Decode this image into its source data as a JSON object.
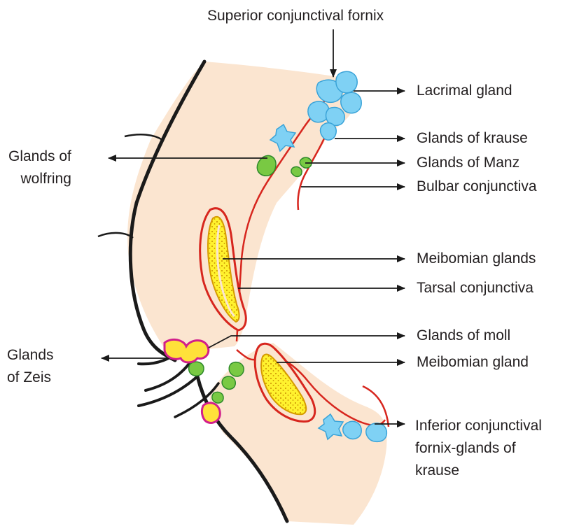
{
  "labels": {
    "superior_fornix": "Superior conjunctival fornix",
    "lacrimal_gland": "Lacrimal gland",
    "glands_krause": "Glands of krause",
    "glands_manz": "Glands of Manz",
    "bulbar_conjunctiva": "Bulbar conjunctiva",
    "meibomian_glands": "Meibomian glands",
    "tarsal_conjunctiva": "Tarsal conjunctiva",
    "glands_moll": "Glands of moll",
    "meibomian_gland": "Meibomian gland",
    "inferior_fornix_line1": "Inferior conjunctival",
    "inferior_fornix_line2": "fornix-glands of",
    "inferior_fornix_line3": "krause",
    "wolfring_line1": "Glands of",
    "wolfring_line2": "wolfring",
    "zeis_line1": "Glands",
    "zeis_line2": "of Zeis"
  },
  "colors": {
    "tissue": "#fbe5d0",
    "outline": "#1a1a1a",
    "conjunctiva": "#d7261e",
    "meibomian_fill": "#fff22e",
    "meibomian_dots": "#d69b00",
    "gland_blue": "#7fd1f4",
    "gland_blue_edge": "#3aa3d8",
    "gland_green": "#79c943",
    "gland_green_edge": "#2f8a2a",
    "zeis_fill": "#ffe13a",
    "zeis_edge": "#d21f8b",
    "arrow": "#1a1a1a"
  }
}
